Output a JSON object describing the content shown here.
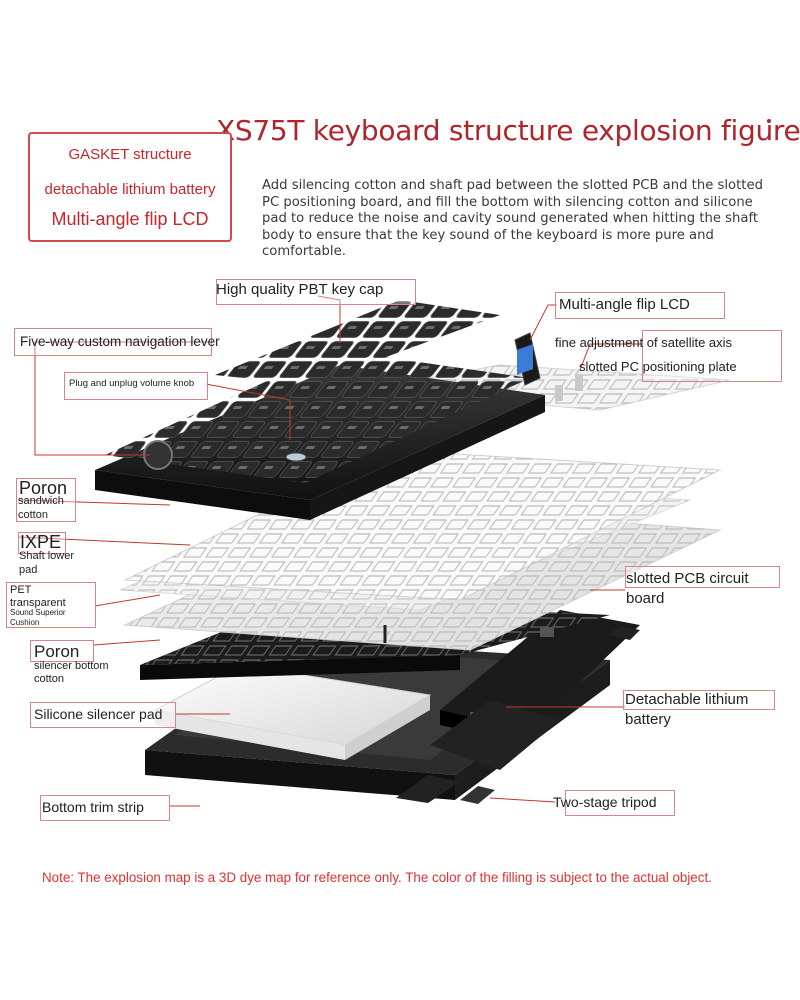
{
  "title": "XS75T keyboard structure explosion figure",
  "features": {
    "gasket": "GASKET structure",
    "battery": "detachable lithium battery",
    "lcd": "Multi-angle flip LCD"
  },
  "description": "Add silencing cotton and shaft pad between the slotted PCB and the slotted PC positioning board, and fill the bottom with silencing cotton and silicone pad to reduce the noise and cavity sound generated when hitting the shaft body to ensure that the key sound of the keyboard is more pure and comfortable.",
  "labels": {
    "keycap": "High quality PBT key cap",
    "flip_lcd": "Multi-angle flip LCD",
    "nav_lever": "Five-way custom navigation lever",
    "satellite": "fine adjustment of satellite axis",
    "positioning_plate": "slotted PC positioning plate",
    "volume_knob": "Plug and unplug volume knob",
    "poron_top_1": "Poron",
    "poron_top_2": "sandwich",
    "poron_top_3": "cotton",
    "ixpe_1": "IXPE",
    "ixpe_2": "Shaft lower",
    "ixpe_3": "pad",
    "pet_1": "PET",
    "pet_2": "transparent",
    "pet_3": "Sound Superior",
    "pet_4": "Cushion",
    "poron_bottom_1": "Poron",
    "poron_bottom_2": "silencer bottom",
    "poron_bottom_3": "cotton",
    "pcb_1": "slotted PCB circuit",
    "pcb_2": "board",
    "silicone": "Silicone silencer pad",
    "battery_1": "Detachable lithium",
    "battery_2": "battery",
    "trim": "Bottom trim strip",
    "tripod": "Two-stage tripod"
  },
  "note": "Note: The explosion map is a 3D dye map for reference only. The color of the filling is subject to the actual object.",
  "colors": {
    "accent": "#b0242c",
    "box_border": "#cf4a4a",
    "leader": "#c0392b",
    "note": "#e0312f"
  }
}
